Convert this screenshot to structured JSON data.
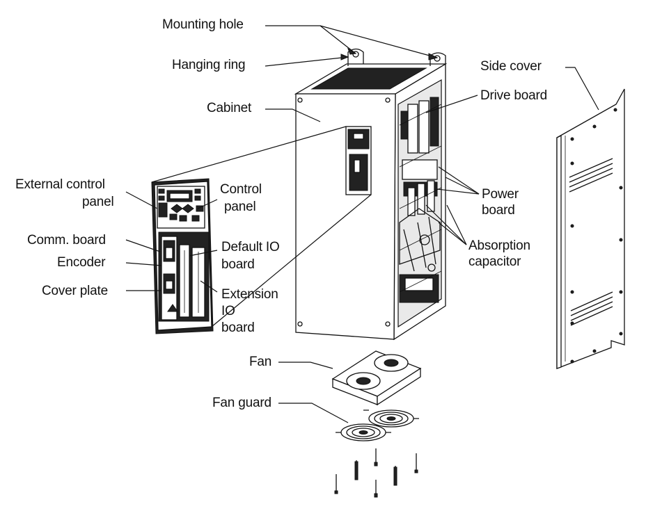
{
  "figure": {
    "labels": {
      "mounting_hole": "Mounting hole",
      "hanging_ring": "Hanging ring",
      "cabinet": "Cabinet",
      "side_cover": "Side cover",
      "drive_board": "Drive board",
      "external_control_panel_1": "External control",
      "external_control_panel_2": "panel",
      "control_panel_1": "Control",
      "control_panel_2": "panel",
      "power_board_1": "Power",
      "power_board_2": "board",
      "comm_board": "Comm. board",
      "default_io_board_1": "Default IO",
      "default_io_board_2": "board",
      "absorption_capacitor_1": "Absorption",
      "absorption_capacitor_2": "capacitor",
      "encoder": "Encoder",
      "cover_plate": "Cover plate",
      "extension_io_board_1": "Extension",
      "extension_io_board_2": "IO",
      "extension_io_board_3": "board",
      "fan": "Fan",
      "fan_guard": "Fan guard"
    }
  }
}
